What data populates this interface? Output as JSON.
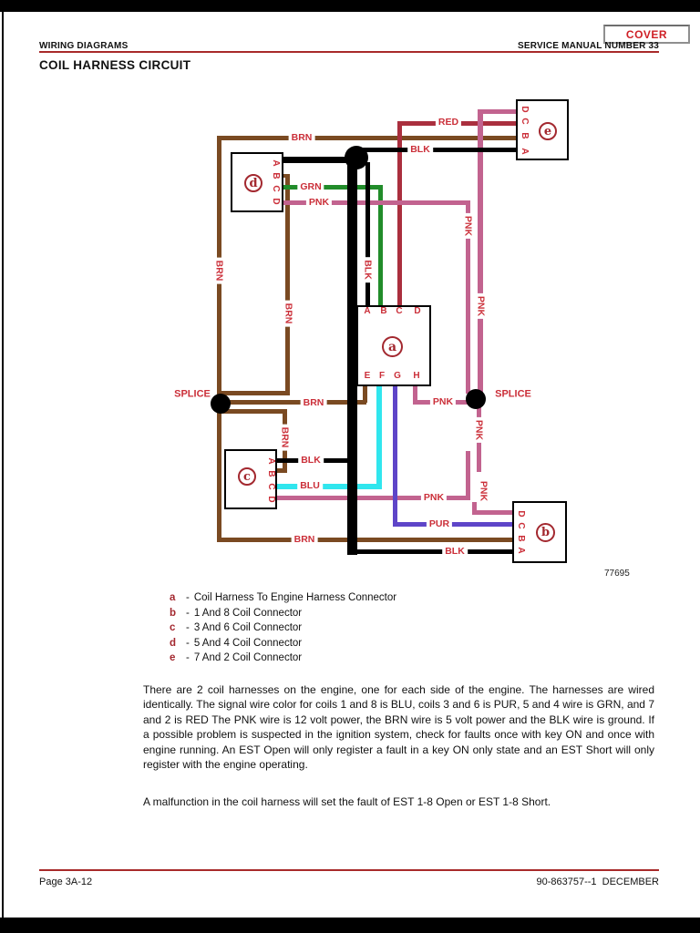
{
  "window": {
    "cover_button": "COVER"
  },
  "header": {
    "left": "WIRING DIAGRAMS",
    "right": "SERVICE MANUAL NUMBER 33"
  },
  "title": "COIL HARNESS CIRCUIT",
  "diagram": {
    "figure_number": "77695",
    "splice_label": "SPLICE",
    "wires": {
      "brn": "BRN",
      "blk": "BLK",
      "grn": "GRN",
      "pnk": "PNK",
      "red": "RED",
      "blu": "BLU",
      "pur": "PUR"
    },
    "pins": {
      "A": "A",
      "B": "B",
      "C": "C",
      "D": "D",
      "E": "E",
      "F": "F",
      "G": "G",
      "H": "H"
    },
    "connectors": {
      "a": {
        "letter": "a",
        "top_pins": [
          "A",
          "B",
          "C",
          "D"
        ],
        "bottom_pins": [
          "E",
          "F",
          "G",
          "H"
        ]
      },
      "b": {
        "letter": "b",
        "pins_top_to_bottom": [
          "D",
          "C",
          "B",
          "A"
        ]
      },
      "c": {
        "letter": "c",
        "pins_top_to_bottom": [
          "A",
          "B",
          "C",
          "D"
        ]
      },
      "d": {
        "letter": "d",
        "pins_top_to_bottom": [
          "A",
          "B",
          "C",
          "D"
        ]
      },
      "e": {
        "letter": "e",
        "pins_top_to_bottom": [
          "D",
          "C",
          "B",
          "A"
        ]
      }
    },
    "colors": {
      "brn": "#7a4a22",
      "blk": "#000000",
      "grn": "#218c2a",
      "pnk": "#c2638f",
      "red": "#aa2f3e",
      "blu": "#30e6ee",
      "pur": "#5e45c8",
      "label_text": "#cb2f39",
      "connector_letter": "#a3282f",
      "rule": "#a82a2a"
    }
  },
  "legend": {
    "separator": "-",
    "items": [
      {
        "key": "a",
        "desc": "Coil Harness To Engine Harness Connector"
      },
      {
        "key": "b",
        "desc": "1 And 8 Coil Connector"
      },
      {
        "key": "c",
        "desc": "3 And 6 Coil Connector"
      },
      {
        "key": "d",
        "desc": "5 And 4 Coil Connector"
      },
      {
        "key": "e",
        "desc": "7 And 2 Coil Connector"
      }
    ]
  },
  "body_text": {
    "paragraph1": "There are 2 coil harnesses on the engine, one for each side of the engine. The harnesses are wired identically. The signal wire color for coils 1 and 8 is BLU, coils 3 and 6 is PUR, 5 and 4 wire is GRN, and 7 and 2 is RED The PNK wire is 12 volt power, the BRN wire is 5 volt power and the BLK wire is ground. If a possible problem is suspected in the ignition system, check for faults once with key ON and once with engine running. An EST Open will only register a fault in a key ON only state and an EST Short will only register with the engine operating.",
    "paragraph2": "A malfunction in the coil harness will set the fault of EST 1-8 Open or EST 1-8 Short."
  },
  "footer": {
    "left": "Page 3A-12",
    "right": "90-863757--1  DECEMBER"
  }
}
